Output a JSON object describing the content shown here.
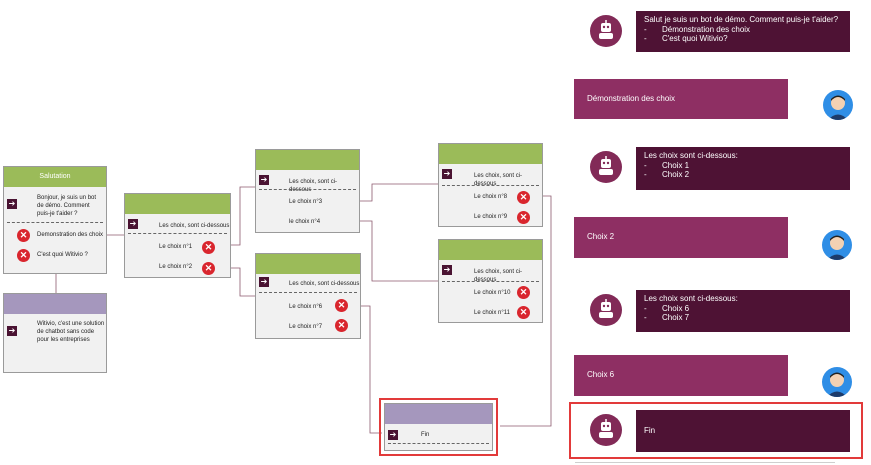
{
  "flow": {
    "salutation": {
      "title": "Salutation",
      "message": "Bonjour, je suis un bot de démo. Comment puis-je t'aider ?",
      "choices": [
        "Demonstration des choix",
        "C'est quoi Witivio ?"
      ]
    },
    "witivio_node": {
      "title": "",
      "message": "Witivio, c'est une solution de chatbot sans code pour les entreprises"
    },
    "choix_node": {
      "title": "",
      "message": "Les choix, sont ci-dessous",
      "choices": [
        "Le choix n°1",
        "Le choix n°2"
      ]
    },
    "choix_a": {
      "title": "",
      "message": "Les choix, sont ci-dessous",
      "choices": [
        "Le choix n°3",
        "le choix n°4"
      ]
    },
    "choix_b": {
      "title": "",
      "message": "Les choix, sont ci-dessous",
      "choices": [
        "Le choix n°6",
        "Le choix n°7"
      ]
    },
    "choix_c": {
      "title": "",
      "message": "Les choix, sont ci-dessous",
      "choices": [
        "Le choix n°8",
        "Le choix n°9"
      ]
    },
    "choix_d": {
      "title": "",
      "message": "Les choix, sont ci-dessous",
      "choices": [
        "Le choix n°10",
        "Le choix n°11"
      ]
    },
    "fin_node": {
      "title": "",
      "message": "Fin"
    }
  },
  "chat": {
    "bot1": {
      "text": "Salut je suis un bot de démo. Comment puis-je t'aider?",
      "items": [
        "Démonstration des choix",
        "C'est quoi Witivio?"
      ]
    },
    "user1": "Démonstration des choix",
    "bot2": {
      "text": "Les choix sont ci-dessous:",
      "items": [
        "Choix 1",
        "Choix 2"
      ]
    },
    "user2": "Choix 2",
    "bot3": {
      "text": "Les choix sont ci-dessous:",
      "items": [
        "Choix 6",
        "Choix 7"
      ]
    },
    "user3": "Choix 6",
    "bot4": "Fin"
  },
  "colors": {
    "node_header_green": "#9bbb59",
    "node_header_lavender": "#a597bd",
    "bot_bubble": "#4e1234",
    "user_bubble": "#8e2f63",
    "highlight": "#e23a3a",
    "close_icon": "#d9262e"
  },
  "icons": [
    "arrow-right-icon",
    "close-icon",
    "bot-avatar-icon",
    "user-avatar-icon"
  ]
}
